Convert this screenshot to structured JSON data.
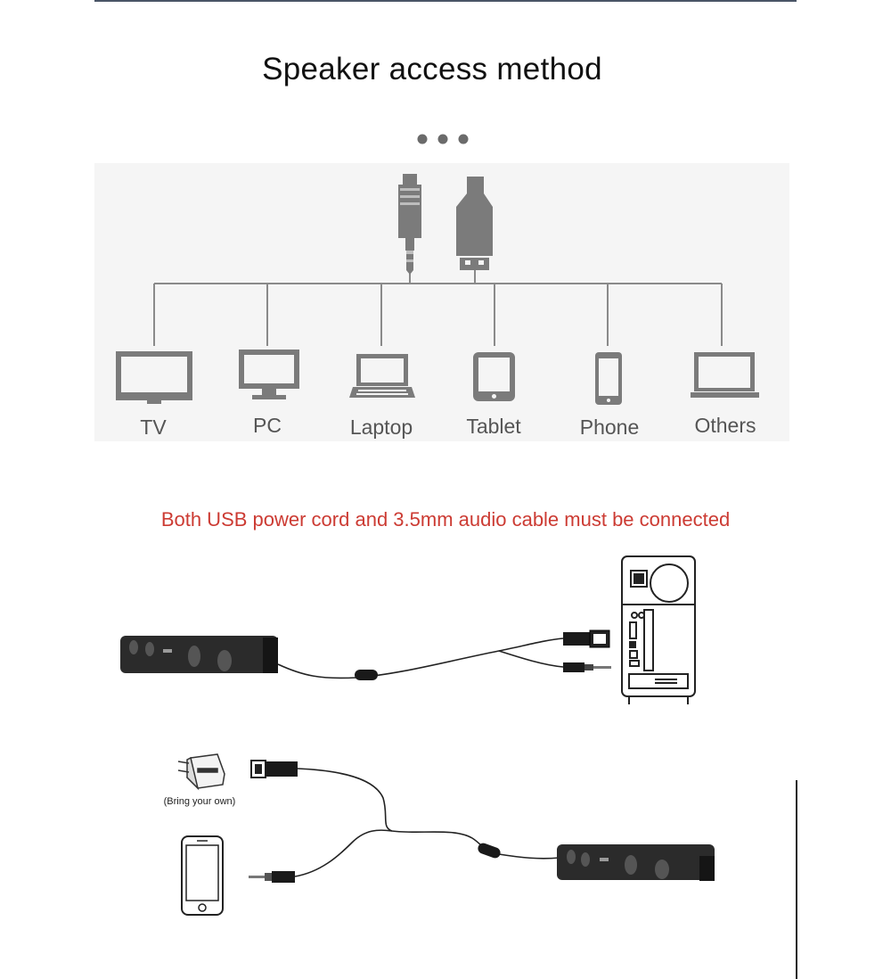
{
  "title": "Speaker access method",
  "devices": [
    {
      "label": "TV",
      "icon": "tv-icon"
    },
    {
      "label": "PC",
      "icon": "monitor-icon"
    },
    {
      "label": "Laptop",
      "icon": "laptop-icon"
    },
    {
      "label": "Tablet",
      "icon": "tablet-icon"
    },
    {
      "label": "Phone",
      "icon": "phone-icon"
    },
    {
      "label": "Others",
      "icon": "laptop-icon"
    }
  ],
  "connectors": [
    "audio-jack-icon",
    "usb-plug-icon"
  ],
  "notice": "Both USB power cord and 3.5mm audio cable must be connected",
  "adapter_note": "(Bring your own)",
  "colors": {
    "notice": "#cc3b33",
    "icon_gray": "#7b7b7b",
    "line_gray": "#8a8a8a",
    "soundbar": "#2b2b2b"
  }
}
